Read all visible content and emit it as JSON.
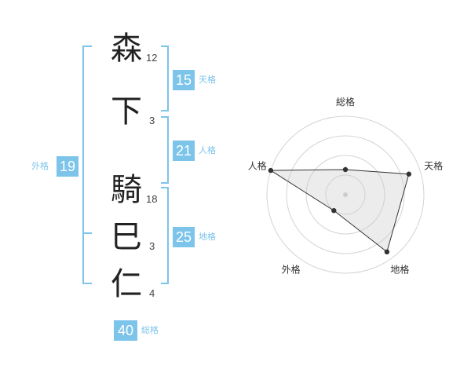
{
  "name": {
    "chars": [
      {
        "char": "森",
        "strokes": "12"
      },
      {
        "char": "下",
        "strokes": "3"
      },
      {
        "char": "騎",
        "strokes": "18"
      },
      {
        "char": "巳",
        "strokes": "3"
      },
      {
        "char": "仁",
        "strokes": "4"
      }
    ]
  },
  "fortunes": {
    "tenkaku": {
      "value": "15",
      "label": "天格"
    },
    "jinkaku": {
      "value": "21",
      "label": "人格"
    },
    "chikaku": {
      "value": "25",
      "label": "地格"
    },
    "gaikaku": {
      "value": "19",
      "label": "外格"
    },
    "soukaku": {
      "value": "40",
      "label": "総格"
    }
  },
  "colors": {
    "accent": "#7cc4ea",
    "text": "#222222"
  },
  "chart_data": {
    "type": "radar",
    "axes": [
      "総格",
      "天格",
      "地格",
      "外格",
      "人格"
    ],
    "values": [
      0.32,
      0.85,
      0.9,
      0.25,
      1.0
    ],
    "rmax": 1,
    "rings": 4
  }
}
